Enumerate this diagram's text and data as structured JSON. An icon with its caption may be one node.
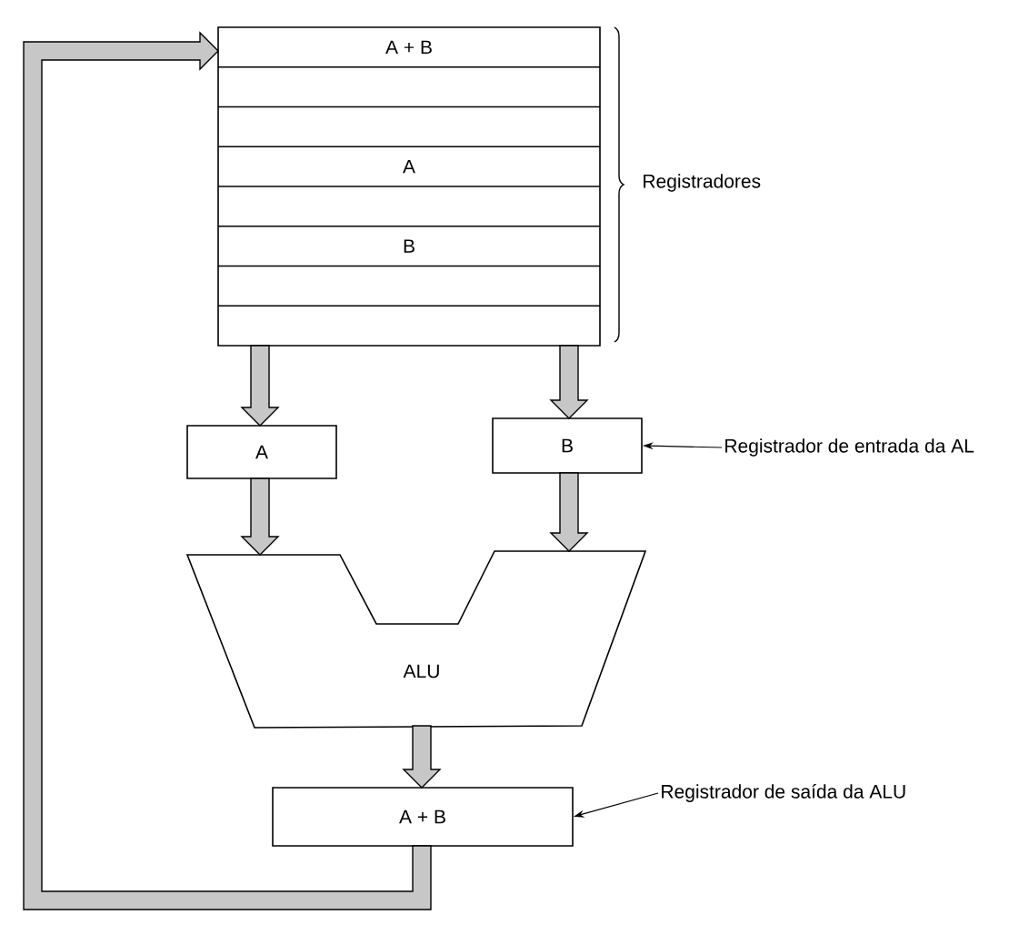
{
  "diagram": {
    "nodes": [
      {
        "text": [
          "A + B",
          "A",
          "B"
        ],
        "beside": [
          "Registradores"
        ]
      },
      {
        "text": [
          "A"
        ]
      },
      {
        "text": [
          "B"
        ]
      },
      {
        "text": [
          "ALU"
        ]
      },
      {
        "text": [
          "A + B"
        ]
      },
      {
        "text": [
          "Registrador de entrada da AL"
        ]
      },
      {
        "text": [
          "Registrador de saída da ALU"
        ]
      }
    ],
    "edges": [
      {
        "from": 0,
        "to": 1,
        "arrow": "to",
        "style": "thick"
      },
      {
        "from": 0,
        "to": 2,
        "arrow": "to",
        "style": "thick"
      },
      {
        "from": 1,
        "to": 3,
        "arrow": "to",
        "style": "thick"
      },
      {
        "from": 2,
        "to": 3,
        "arrow": "to",
        "style": "thick"
      },
      {
        "from": 3,
        "to": 4,
        "arrow": "to",
        "style": "thick"
      },
      {
        "from": 4,
        "to": 0,
        "arrow": "to",
        "style": "thick"
      },
      {
        "from": 5,
        "to": 2,
        "arrow": "to"
      },
      {
        "from": 6,
        "to": 4,
        "arrow": "to"
      }
    ]
  }
}
